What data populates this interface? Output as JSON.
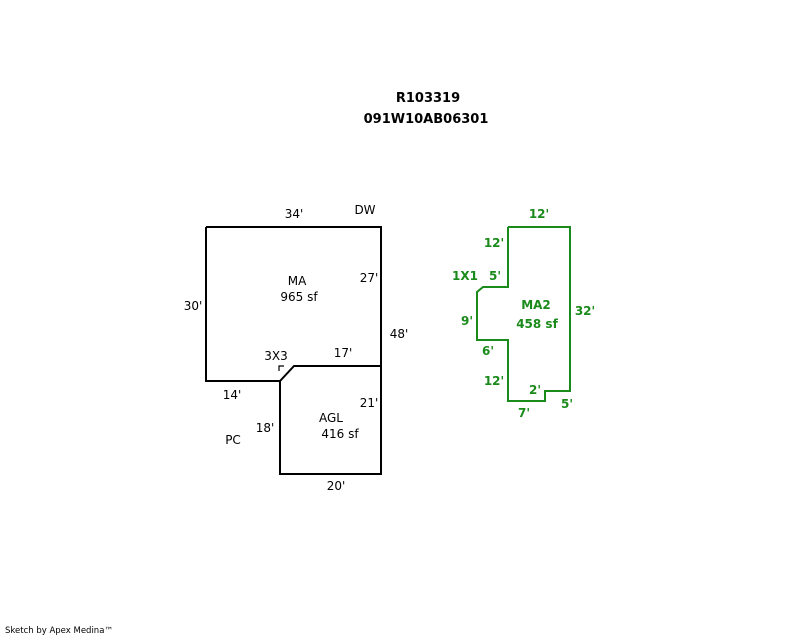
{
  "header": {
    "parcel_id": "R103319",
    "map_number": "091W10AB06301"
  },
  "colors": {
    "main_outline": "#000000",
    "ma2_outline": "#1a8a1a"
  },
  "areas": {
    "ma": {
      "name": "MA",
      "area": "965 sf"
    },
    "agl": {
      "name": "AGL",
      "area": "416 sf"
    },
    "ma2": {
      "name": "MA2",
      "area": "458 sf"
    }
  },
  "main_dims": {
    "top": "34'",
    "dw": "DW",
    "left": "30'",
    "inner_right": "27'",
    "right": "48'",
    "corner": "3X3",
    "mid": "17'",
    "bottom_left": "14'",
    "agl_right": "21'",
    "agl_left": "18'",
    "pc": "PC",
    "bottom": "20'"
  },
  "ma2_dims": {
    "top": "12'",
    "left_top": "12'",
    "notch": "1X1",
    "step": "5'",
    "right": "32'",
    "left_mid": "9'",
    "step_bottom": "6'",
    "left_bottom": "12'",
    "notch_top": "2'",
    "bottom": "7'",
    "notch_right": "5'"
  },
  "footer": {
    "credit": "Sketch by Apex Medina™"
  }
}
